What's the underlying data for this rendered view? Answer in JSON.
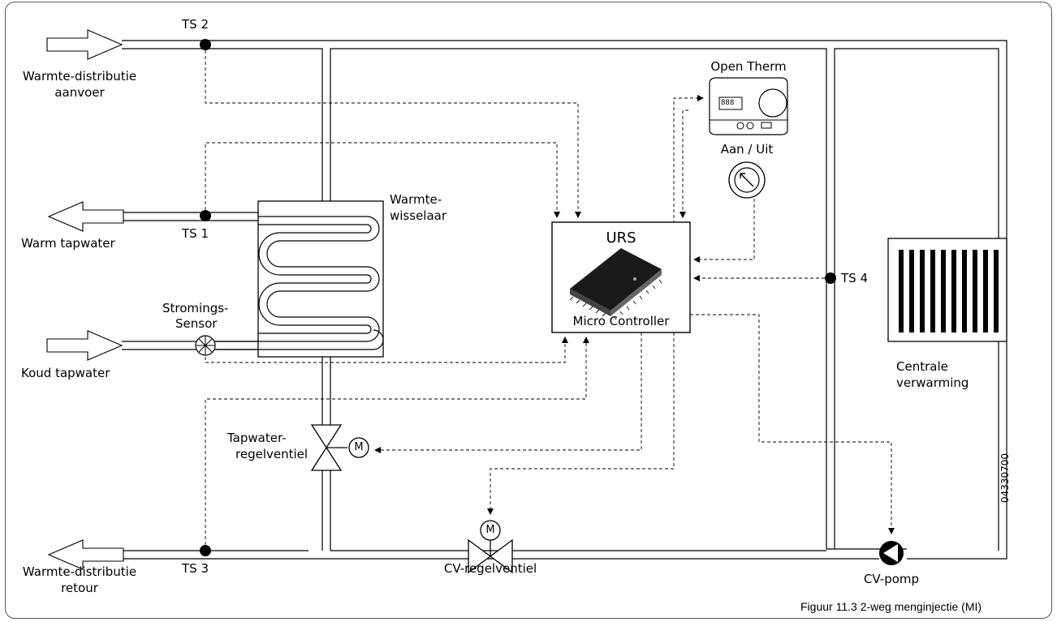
{
  "labels": {
    "ts2": "TS 2",
    "ts1": "TS 1",
    "ts3": "TS 3",
    "ts4": "TS 4",
    "supply_1": "Warmte-distributie",
    "supply_2": "aanvoer",
    "hot_water": "Warm tapwater",
    "cold_water": "Koud tapwater",
    "return_1": "Warmte-distributie",
    "return_2": "retour",
    "flow_sensor_1": "Stromings-",
    "flow_sensor_2": "Sensor",
    "hx_1": "Warmte-",
    "hx_2": "wisselaar",
    "valve_tap_1": "Tapwater-",
    "valve_tap_2": "regelventiel",
    "motor": "M",
    "cv_valve": "CV-regelventiel",
    "cv_pump": "CV-pomp",
    "urs": "URS",
    "controller": "Micro Controller",
    "open_therm": "Open Therm",
    "thermostat_display": "888",
    "on_off": "Aan / Uit",
    "central_heating_1": "Centrale",
    "central_heating_2": "verwarming",
    "doc_number": "04330700",
    "caption": "Figuur 11.3   2-weg menginjectie (MI)"
  },
  "colors": {
    "line": "#000000",
    "signal": "#000000",
    "chip": "#1a1a1a"
  }
}
